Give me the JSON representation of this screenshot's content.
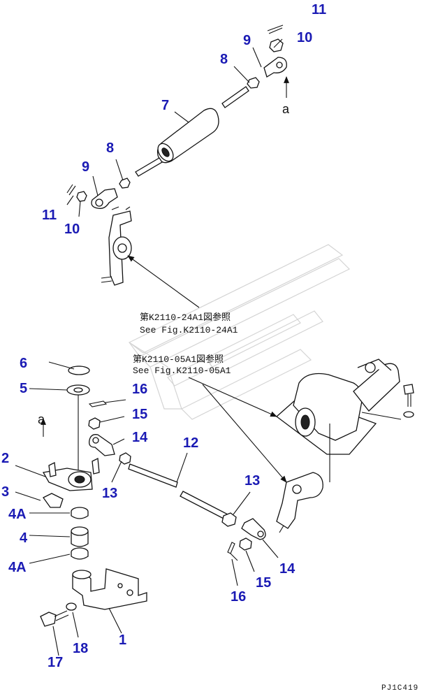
{
  "colors": {
    "callout": "#1a1ab4",
    "linework": "#111111",
    "watermark": "#d4d4d4",
    "background": "#ffffff"
  },
  "callouts": {
    "c11_top": "11",
    "c10_top": "10",
    "c9_top": "9",
    "c8_top": "8",
    "c7": "7",
    "c8_mid": "8",
    "c9_mid": "9",
    "c11_mid": "11",
    "c10_mid": "10",
    "c6": "6",
    "c5": "5",
    "c16_top": "16",
    "c15_top": "15",
    "c14_top": "14",
    "c12": "12",
    "c2": "2",
    "c13_left": "13",
    "c3": "3",
    "c4a_top": "4A",
    "c4": "4",
    "c4a_bot": "4A",
    "c13_right": "13",
    "c14_bot": "14",
    "c15_bot": "15",
    "c16_bot": "16",
    "c1": "1",
    "c18": "18",
    "c17": "17"
  },
  "references": {
    "ref1_jp": "第K2110-24A1図参照",
    "ref1_en": "See Fig.K2110-24A1",
    "ref2_jp": "第K2110-05A1図参照",
    "ref2_en": "See Fig.K2110-05A1"
  },
  "markers": {
    "a_top": "a",
    "a_left": "a"
  },
  "figure_code": "PJ1C419",
  "icons": [
    "watermark-logo",
    "arrow-head"
  ]
}
